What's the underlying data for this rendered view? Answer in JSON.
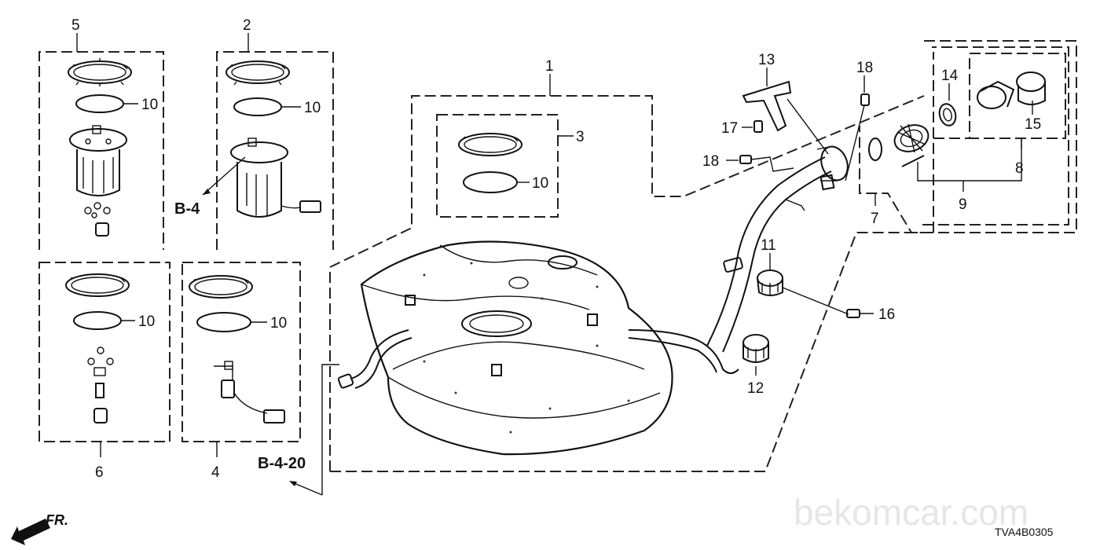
{
  "callouts": [
    "1",
    "2",
    "3",
    "4",
    "5",
    "6",
    "7",
    "8",
    "9",
    "10",
    "11",
    "12",
    "13",
    "14",
    "15",
    "16",
    "17",
    "18"
  ],
  "refs": {
    "b4": "B-4",
    "b420": "B-4-20"
  },
  "front_marker": "FR.",
  "diagram_code": "TVA4B0305",
  "watermark": "bekomcar.com"
}
